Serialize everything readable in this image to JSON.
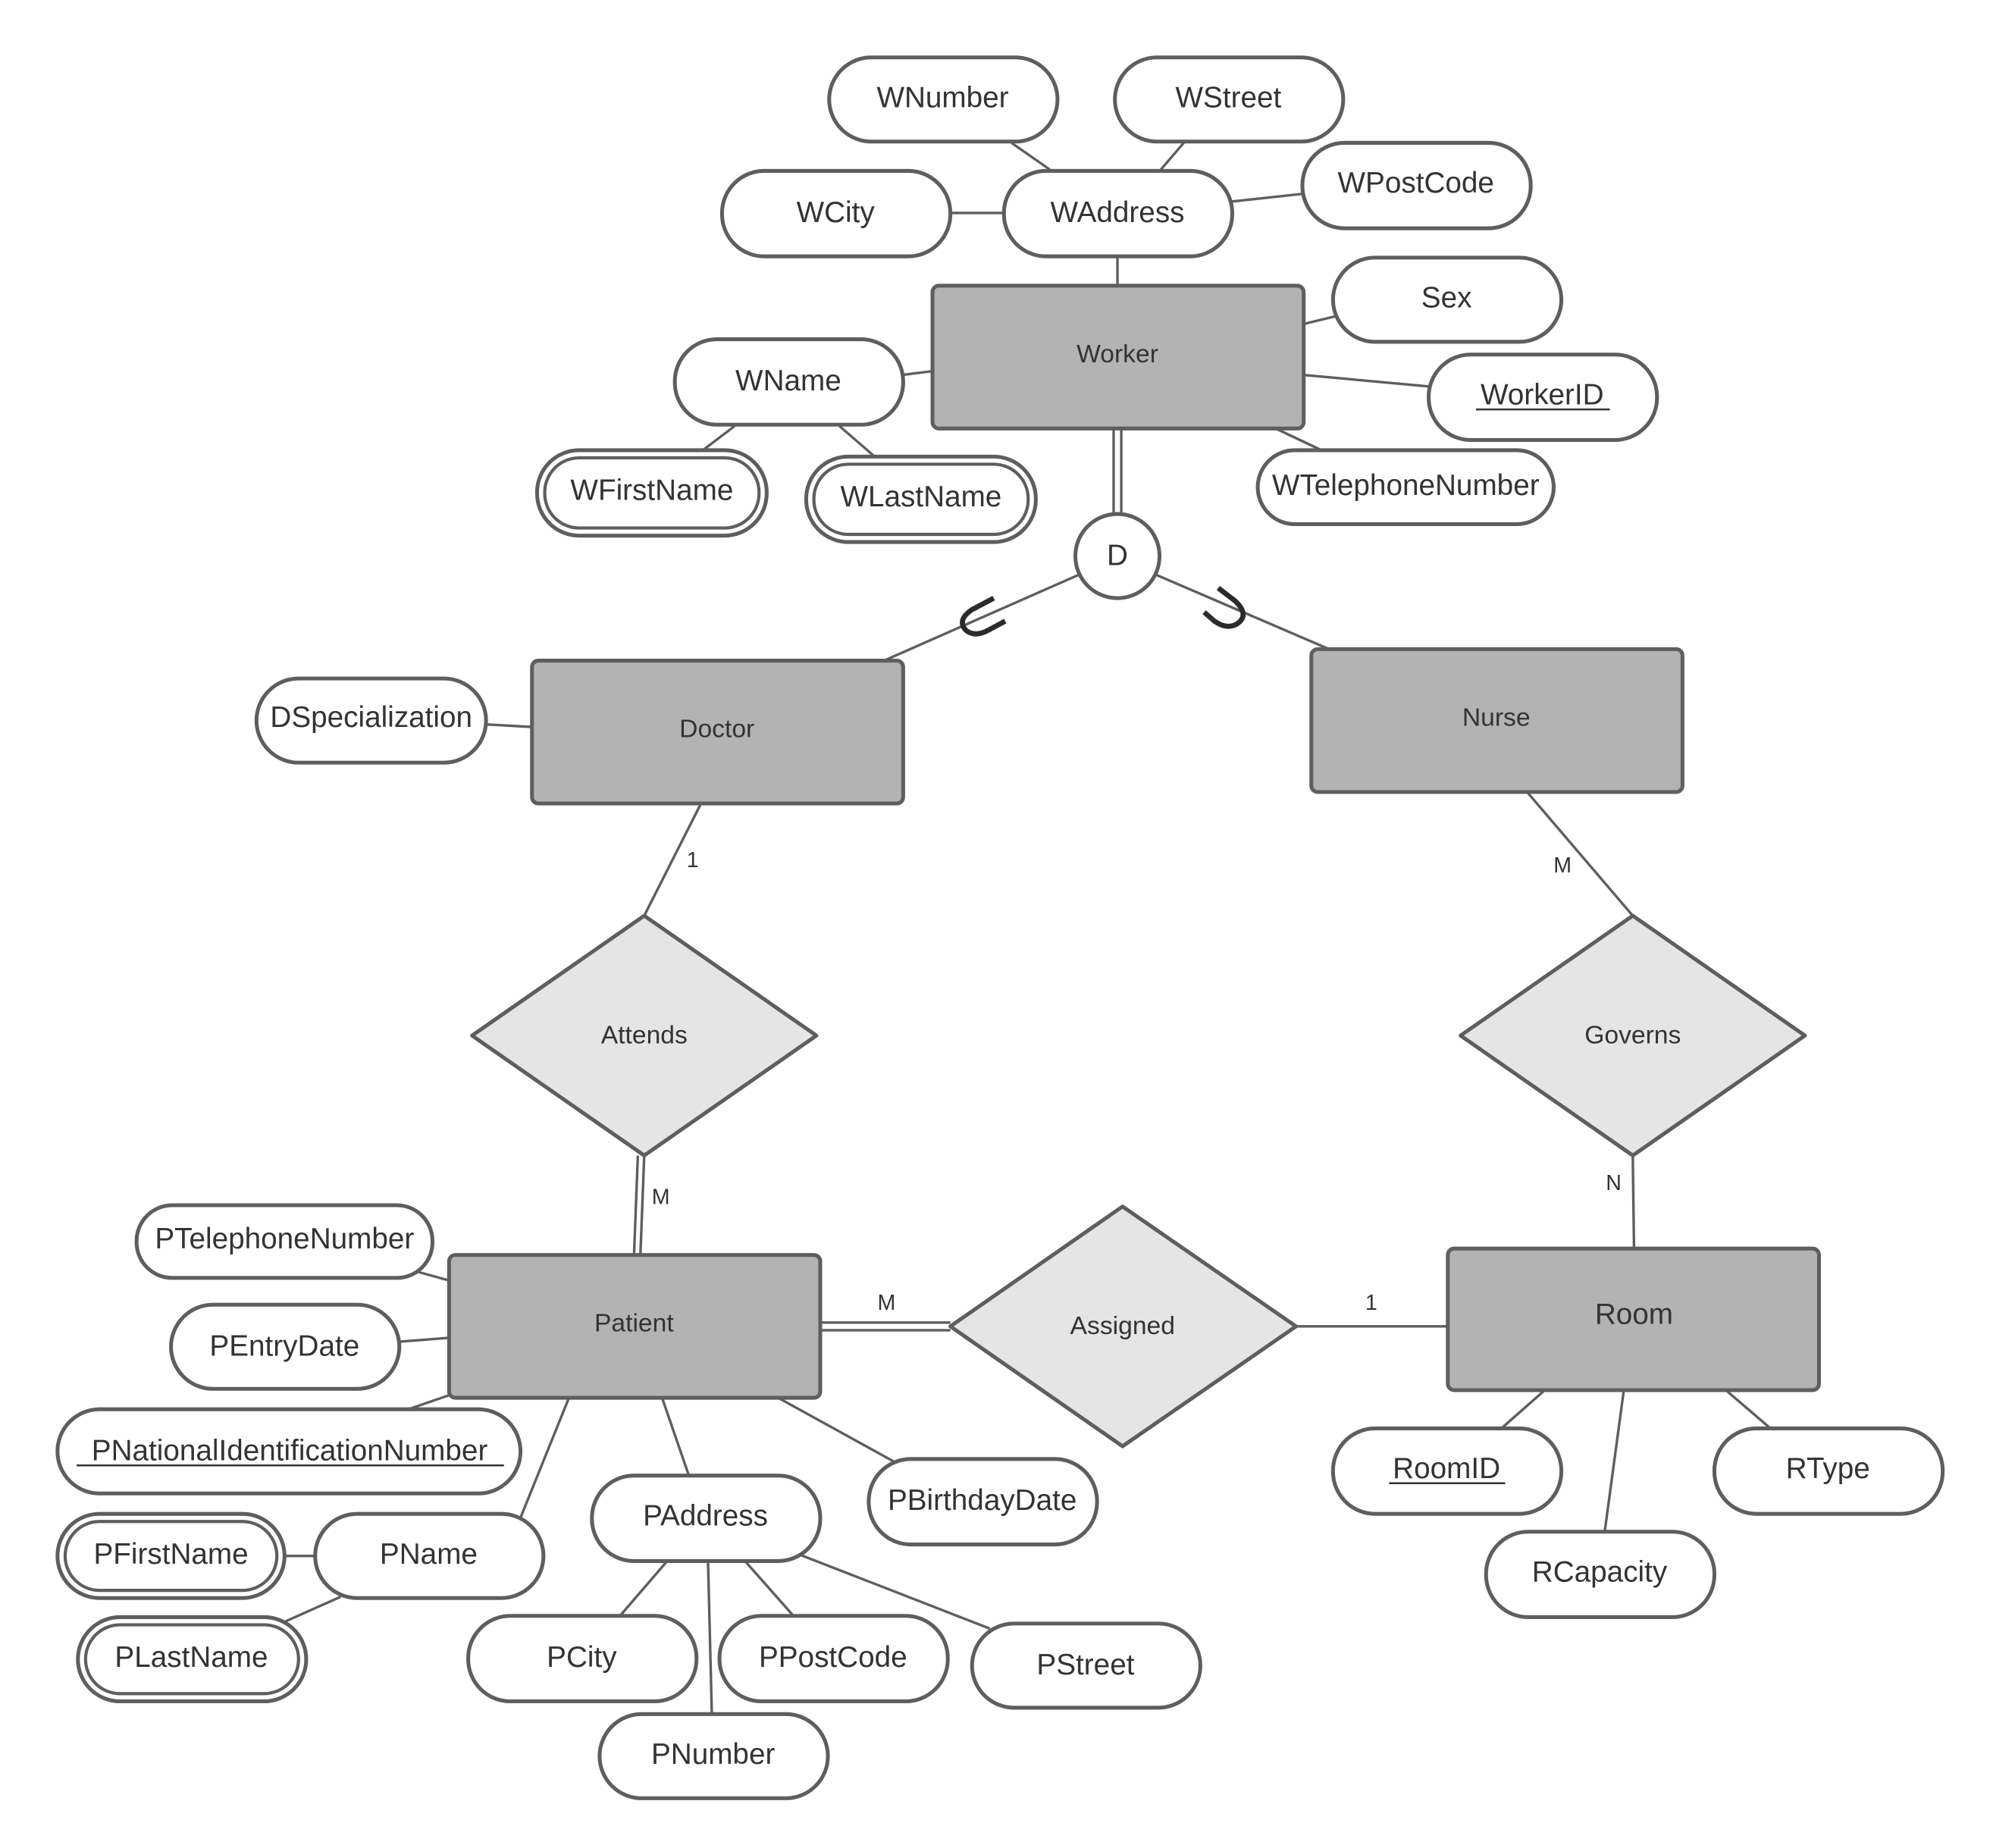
{
  "diagram": {
    "type": "ER diagram",
    "entities": {
      "worker": "Worker",
      "doctor": "Doctor",
      "nurse": "Nurse",
      "patient": "Patient",
      "room": "Room"
    },
    "relationships": {
      "attends": "Attends",
      "governs": "Governs",
      "assigned": "Assigned"
    },
    "specialization": {
      "symbol": "D"
    },
    "attributes": {
      "wnumber": "WNumber",
      "wstreet": "WStreet",
      "wcity": "WCity",
      "waddress": "WAddress",
      "wpostcode": "WPostCode",
      "sex": "Sex",
      "wname": "WName",
      "workerid": "WorkerID",
      "wfirstname": "WFirstName",
      "wlastname": "WLastName",
      "wtelephonenumber": "WTelephoneNumber",
      "dspecialization": "DSpecialization",
      "ptelephonenumber": "PTelephoneNumber",
      "pentrydate": "PEntryDate",
      "pnationalid": "PNationalIdentificationNumber",
      "pfirstname": "PFirstName",
      "pname": "PName",
      "plastname": "PLastName",
      "paddress": "PAddress",
      "pbirthdaydate": "PBirthdayDate",
      "pcity": "PCity",
      "ppostcode": "PPostCode",
      "pstreet": "PStreet",
      "pnumber": "PNumber",
      "roomid": "RoomID",
      "rtype": "RType",
      "rcapacity": "RCapacity"
    },
    "cardinalities": {
      "doctor_attends": "1",
      "attends_patient": "M",
      "nurse_governs": "M",
      "governs_room": "N",
      "patient_assigned": "M",
      "assigned_room": "1"
    },
    "colors": {
      "entity_fill": "#b3b3b3",
      "relationship_fill": "#e5e5e5",
      "attribute_fill": "#ffffff",
      "stroke": "#5e5e5e",
      "text": "#333333"
    }
  }
}
